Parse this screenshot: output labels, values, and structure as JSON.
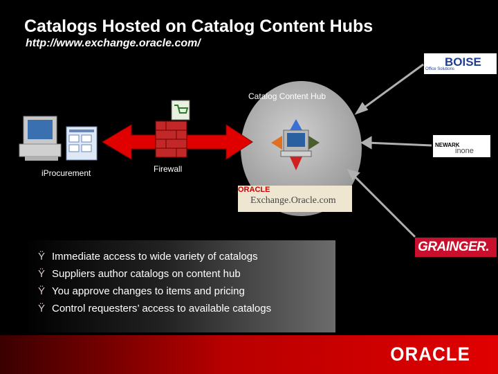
{
  "slide": {
    "title": "Catalogs Hosted on Catalog Content Hubs",
    "url": "http://www.exchange.oracle.com/"
  },
  "diagram": {
    "hub_label": "Catalog Content Hub",
    "iprocurement_label": "iProcurement",
    "firewall_label": "Firewall"
  },
  "logos": {
    "boise": "BOISE",
    "boise_sub": "Office Solutions",
    "newark": "NEWARK",
    "newark_sub": "inone",
    "grainger": "GRAINGER.",
    "exchange_brand": "ORACLE",
    "exchange": "Exchange.Oracle.com",
    "footer_brand": "ORACLE"
  },
  "bullets": {
    "marker": "Ÿ",
    "items": [
      "Immediate access to wide variety of catalogs",
      "Suppliers author catalogs on content hub",
      "You approve changes to items and pricing",
      "Control requesters’ access to available catalogs"
    ]
  },
  "colors": {
    "accent_red": "#e00000",
    "arrow_red": "#e00000",
    "arrow_green": "#4a5e2e",
    "arrow_orange": "#e07020",
    "arrow_blue": "#3a6fd8"
  }
}
